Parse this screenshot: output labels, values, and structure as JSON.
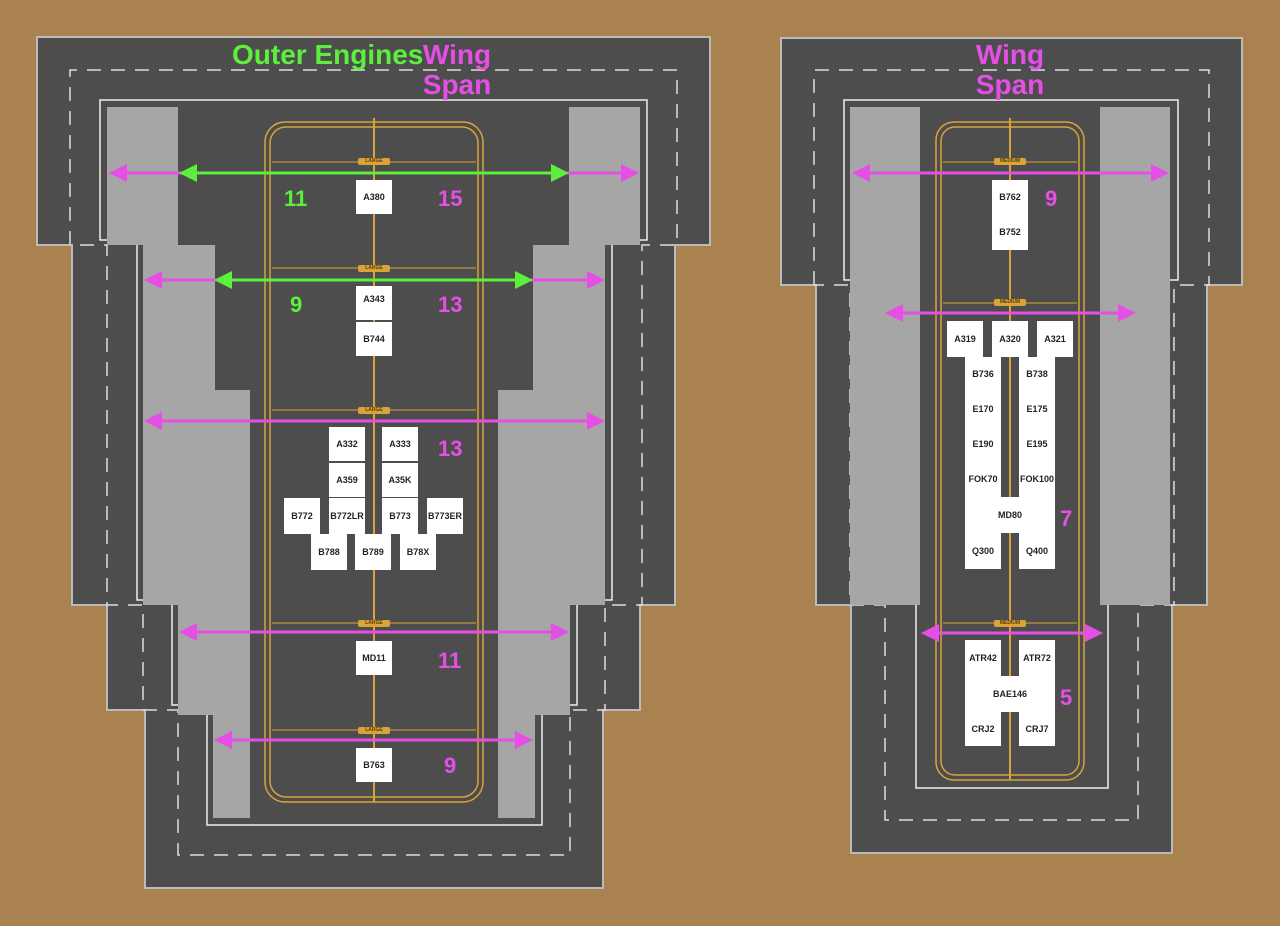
{
  "left": {
    "headers": [
      {
        "text": "Outer Engines",
        "color": "#5cf03c"
      },
      {
        "text": "Wing Span",
        "color": "#e64fe6"
      }
    ],
    "size_label": "LARGE",
    "numbers": {
      "engines": [
        "11",
        "9"
      ],
      "wingspan": [
        "15",
        "13",
        "13",
        "11",
        "9"
      ]
    },
    "aircraft": [
      "A380",
      "A343",
      "B744",
      "A332",
      "A333",
      "A359",
      "A35K",
      "B772",
      "B772LR",
      "B773",
      "B773ER",
      "B788",
      "B789",
      "B78X",
      "MD11",
      "B763"
    ]
  },
  "right": {
    "headers": [
      {
        "text": "Wing Span",
        "color": "#e64fe6"
      }
    ],
    "size_label": "MEDIUM",
    "numbers": {
      "wingspan": [
        "9",
        "7",
        "5"
      ]
    },
    "aircraft": [
      "B762",
      "B752",
      "A319",
      "A320",
      "A321",
      "B736",
      "B738",
      "E170",
      "E175",
      "E190",
      "E195",
      "FOK70",
      "FOK100",
      "MD80",
      "Q300",
      "Q400",
      "ATR42",
      "ATR72",
      "BAE146",
      "CRJ2",
      "CRJ7"
    ]
  },
  "colors": {
    "engines": "#5cf03c",
    "wingspan": "#e64fe6",
    "asphalt": "#4d4d4d",
    "shoulder": "#a6a6a6",
    "taxiline": "#d9a33a"
  }
}
